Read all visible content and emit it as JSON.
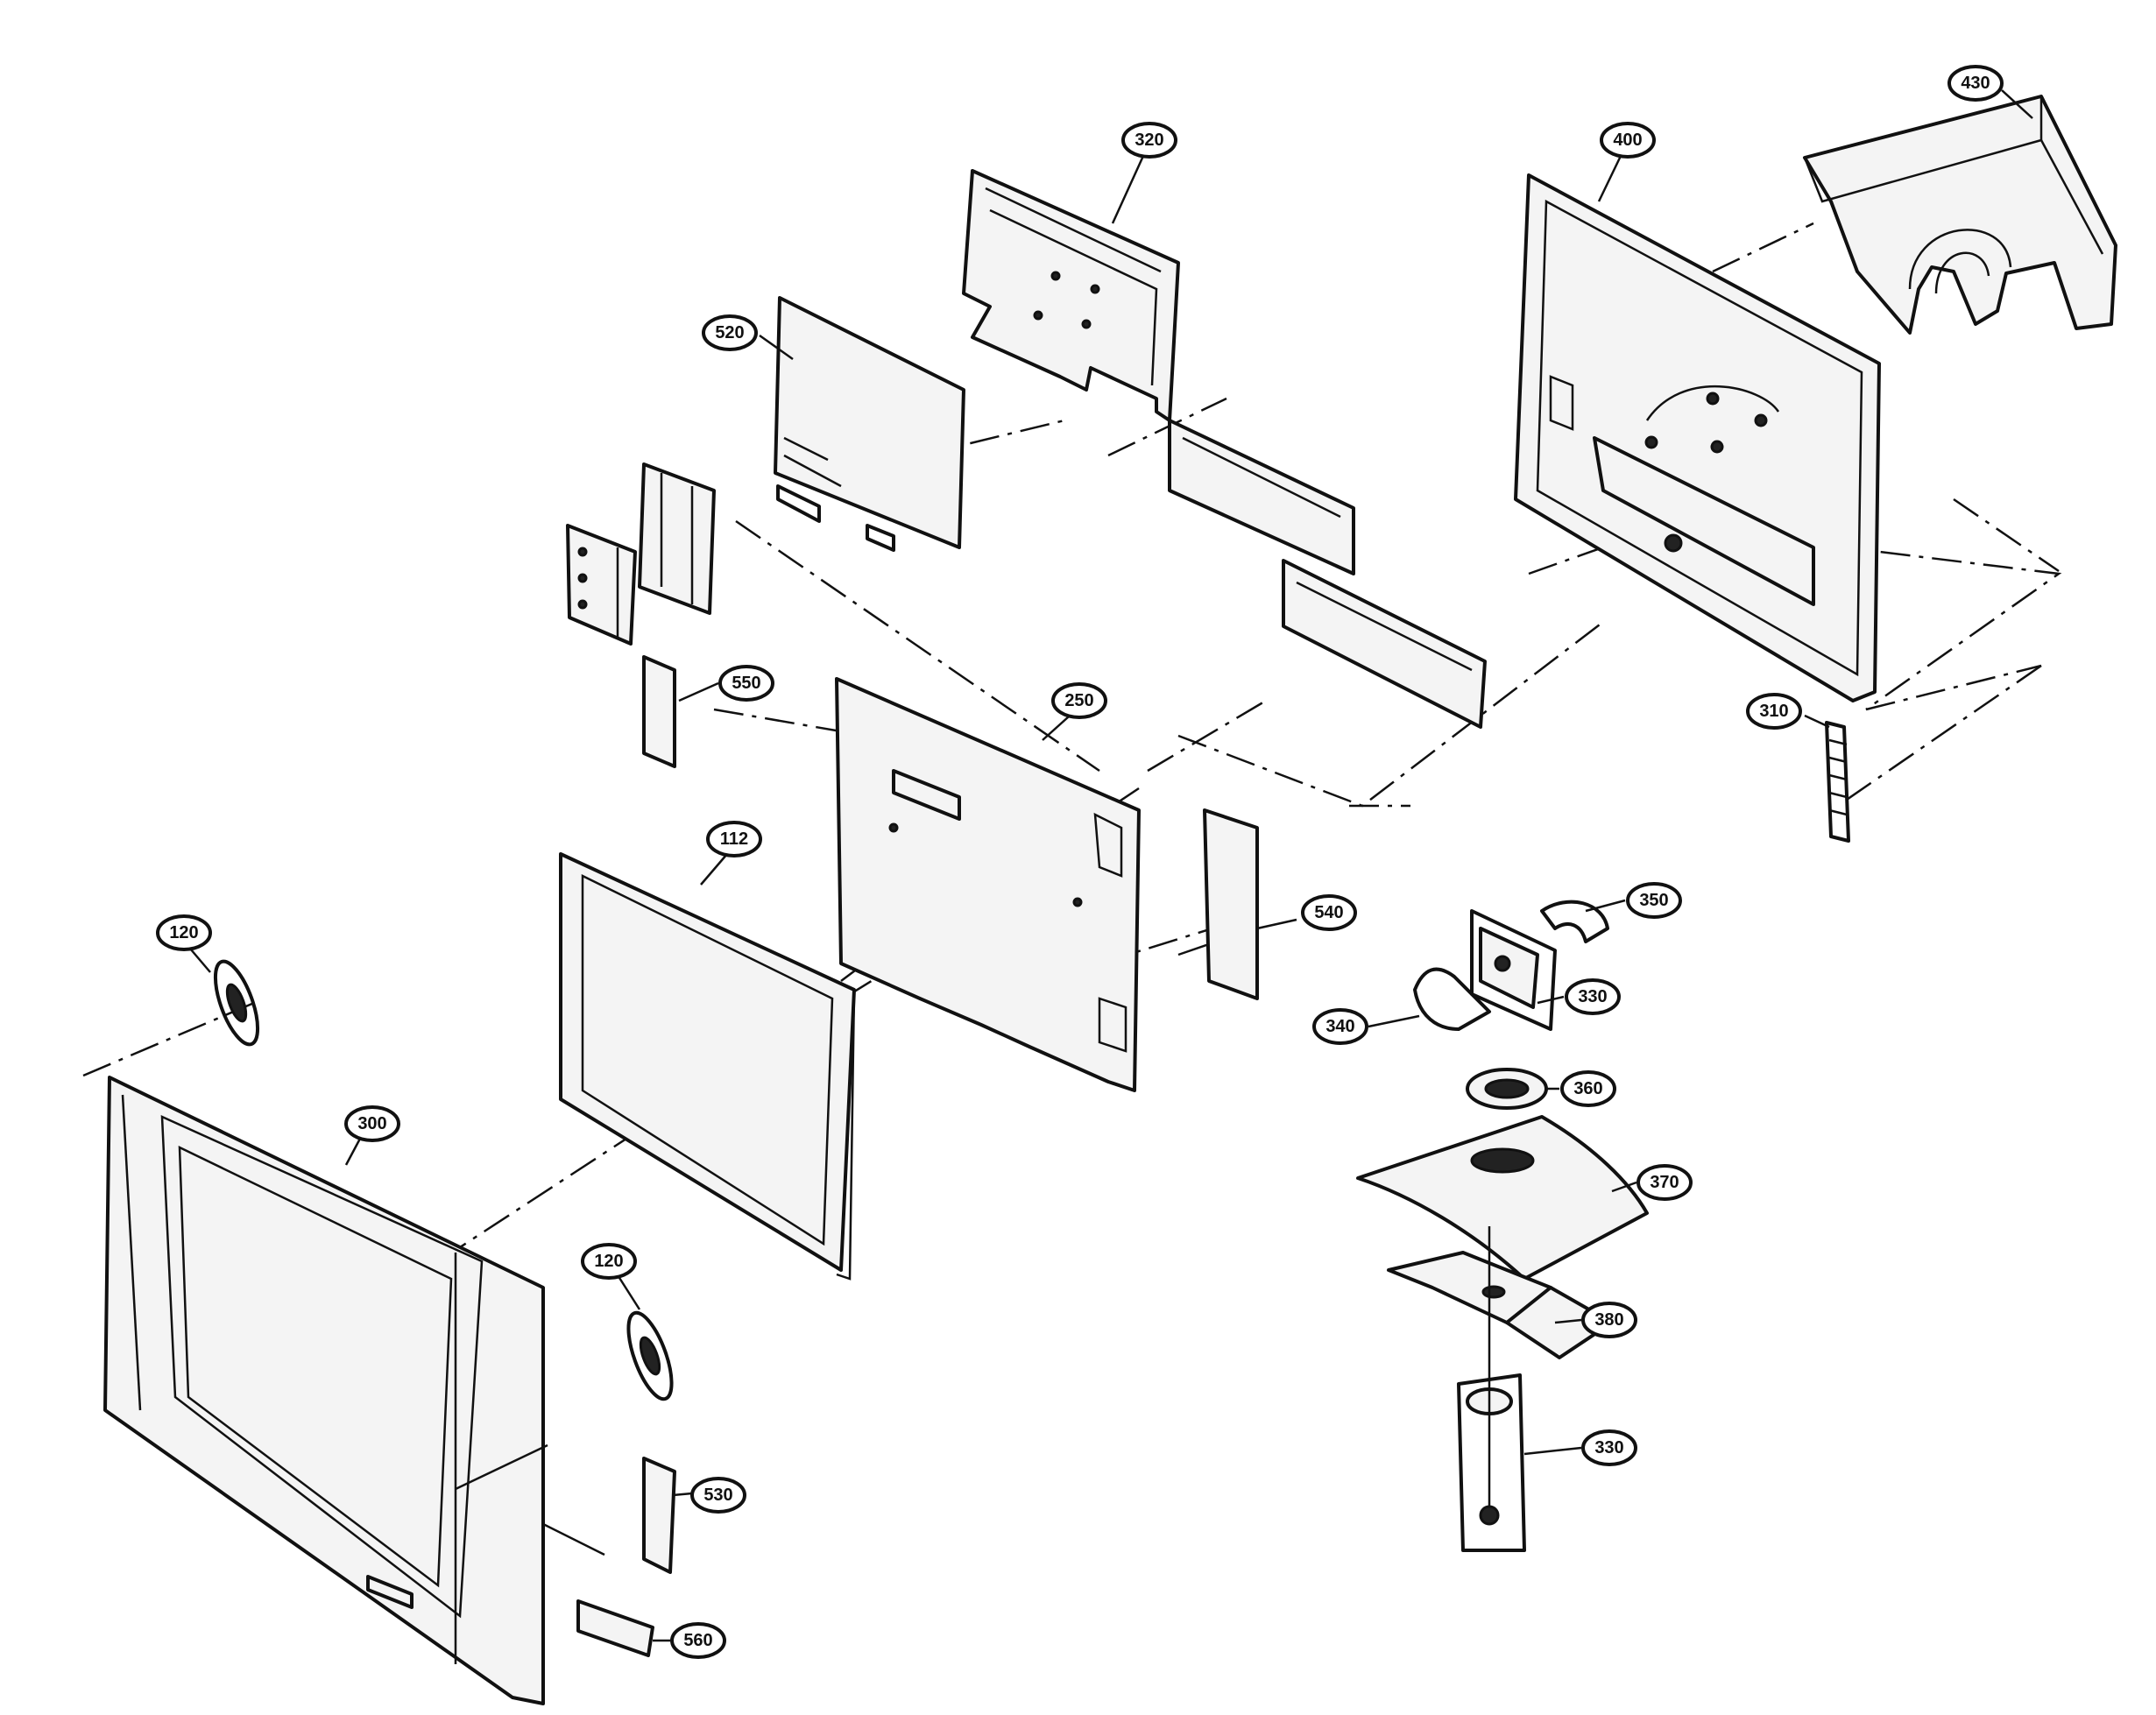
{
  "callouts": {
    "c430": "430",
    "c400": "400",
    "c320": "320",
    "c520": "520",
    "c550": "550",
    "c250": "250",
    "c310": "310",
    "c112": "112",
    "c120a": "120",
    "c540": "540",
    "c350": "350",
    "c330a": "330",
    "c340": "340",
    "c360": "360",
    "c300": "300",
    "c370": "370",
    "c120b": "120",
    "c380": "380",
    "c530": "530",
    "c330b": "330",
    "c560": "560"
  }
}
